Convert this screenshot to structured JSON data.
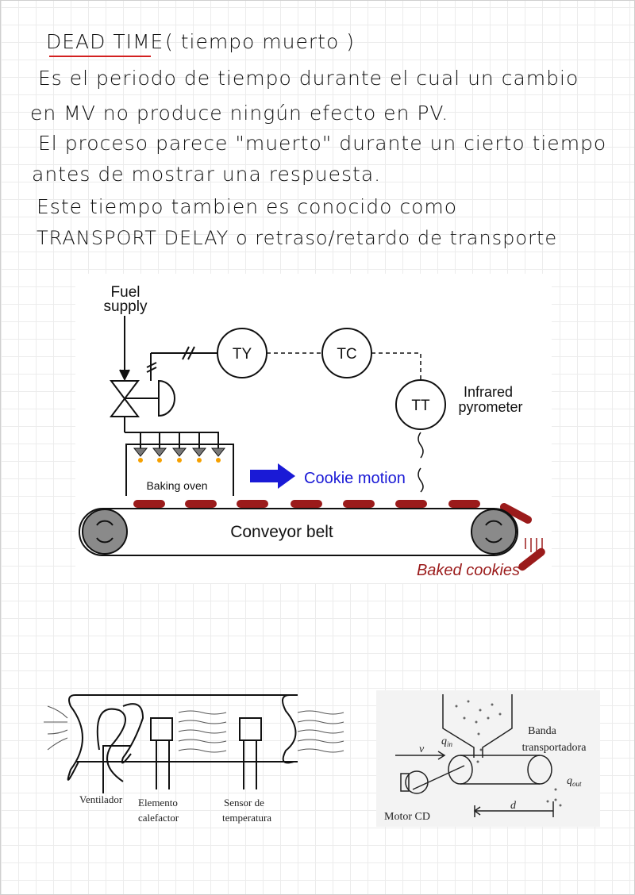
{
  "notes": {
    "title": "DEAD TIME",
    "title_paren": "( tiempo muerto )",
    "lines": [
      "Es el periodo de tiempo durante el cual un cambio",
      "en MV no produce ningún efecto en PV.",
      "El proceso parece \"muerto\" durante un cierto tiempo",
      "antes de mostrar una respuesta.",
      "Este tiempo tambien es conocido como",
      "TRANSPORT DELAY o retraso/retardo de transporte"
    ]
  },
  "oven_diagram": {
    "fuel_supply": [
      "Fuel",
      "supply"
    ],
    "ty": "TY",
    "tc": "TC",
    "tt": "TT",
    "pyrometer": [
      "Infrared",
      "pyrometer"
    ],
    "baking_oven": "Baking oven",
    "cookie_motion": "Cookie motion",
    "conveyor_belt": "Conveyor belt",
    "baked_cookies": "Baked cookies",
    "colors": {
      "cookie": "#9b1b1b",
      "motion": "#1a1ad6",
      "roller": "#8a8a8a"
    }
  },
  "heater_diagram": {
    "ventilador": "Ventilador",
    "elemento": [
      "Elemento",
      "calefactor"
    ],
    "sensor": [
      "Sensor de",
      "temperatura"
    ]
  },
  "belt_diagram": {
    "banda": [
      "Banda",
      "transportadora"
    ],
    "q_in": "q",
    "q_in_sub": "in",
    "v": "v",
    "q_out": "q",
    "q_out_sub": "out",
    "motor": "Motor CD",
    "d": "d"
  }
}
